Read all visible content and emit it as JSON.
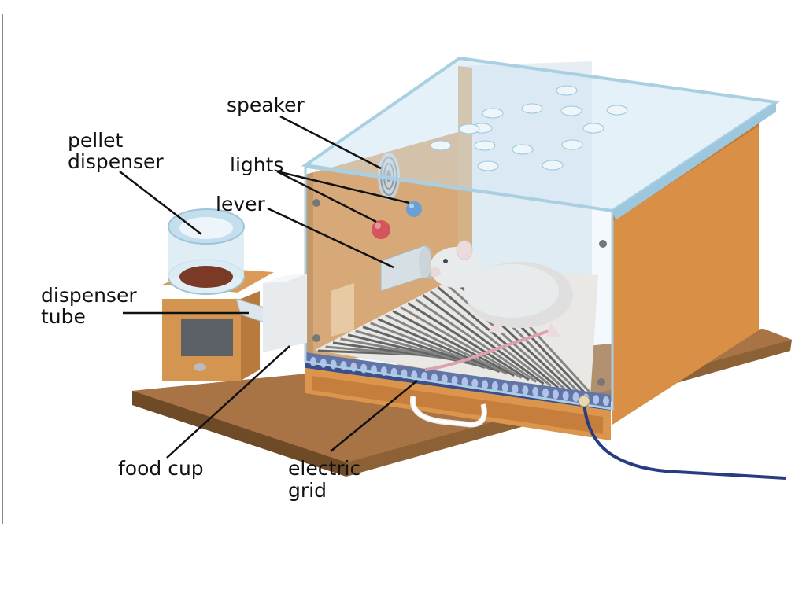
{
  "labels": {
    "speaker": "speaker",
    "pellet_dispenser_1": "pellet",
    "pellet_dispenser_2": "dispenser",
    "lights": "lights",
    "lever": "lever",
    "dispenser_tube_1": "dispenser",
    "dispenser_tube_2": "tube",
    "food_cup": "food cup",
    "electric_grid_1": "electric",
    "electric_grid_2": "grid"
  },
  "colors": {
    "wood": "#D9954F",
    "wood_dark": "#B8793C",
    "base": "#8C6136",
    "glass": "#CFE6F2",
    "grid_bar": "#3C4F8C",
    "cable": "#283C84",
    "light_red": "#D8232A",
    "light_blue": "#4A86C8"
  }
}
